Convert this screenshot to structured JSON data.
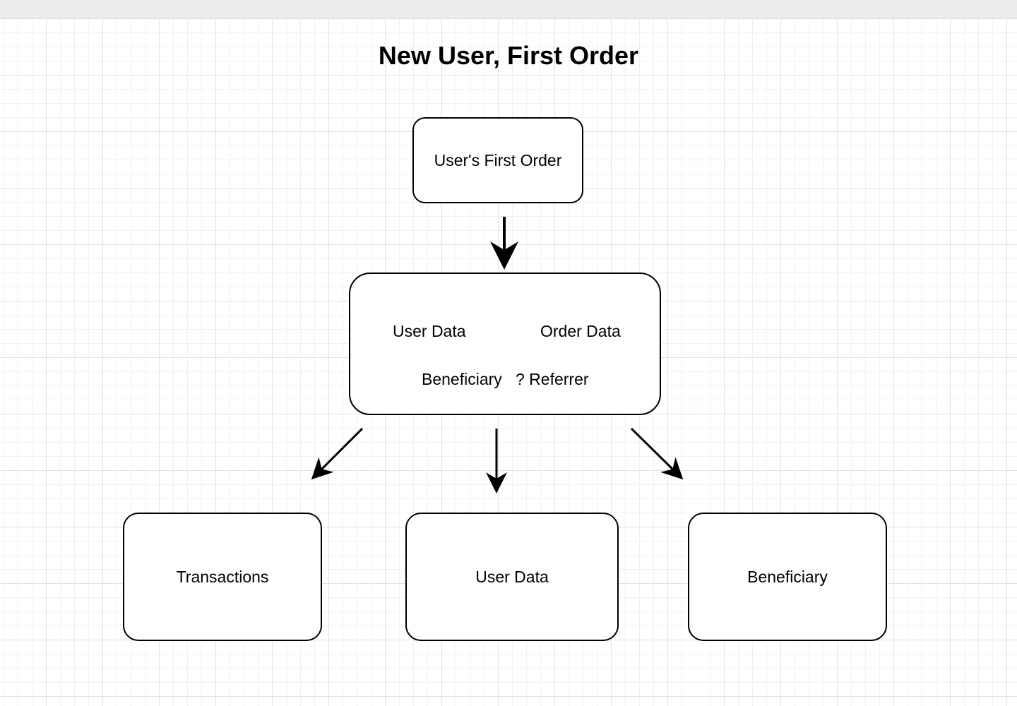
{
  "diagram": {
    "title": "New User, First Order",
    "nodes": {
      "first_order": {
        "label": "User's First Order"
      },
      "data_group": {
        "user_data": "User Data",
        "order_data": "Order Data",
        "beneficiary": "Beneficiary",
        "referrer": "? Referrer"
      },
      "transactions": {
        "label": "Transactions"
      },
      "user_data": {
        "label": "User Data"
      },
      "beneficiary": {
        "label": "Beneficiary"
      }
    },
    "edges": [
      {
        "from": "User's First Order",
        "to": "data group"
      },
      {
        "from": "data group",
        "to": "Transactions"
      },
      {
        "from": "data group",
        "to": "User Data"
      },
      {
        "from": "data group",
        "to": "Beneficiary"
      }
    ]
  }
}
